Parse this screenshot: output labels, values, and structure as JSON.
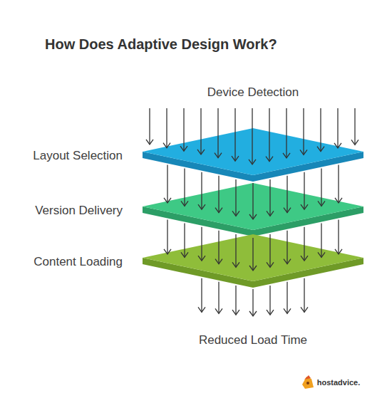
{
  "diagram": {
    "title": "How Does Adaptive Design Work?",
    "nodes": [
      {
        "text": [
          "Layout Selection"
        ]
      },
      {
        "text": [
          "Version Delivery"
        ]
      },
      {
        "text": [
          "Content Loading"
        ]
      }
    ],
    "labels": [
      "Device Detection",
      "Reduced Load Time",
      "hostadvice."
    ]
  }
}
